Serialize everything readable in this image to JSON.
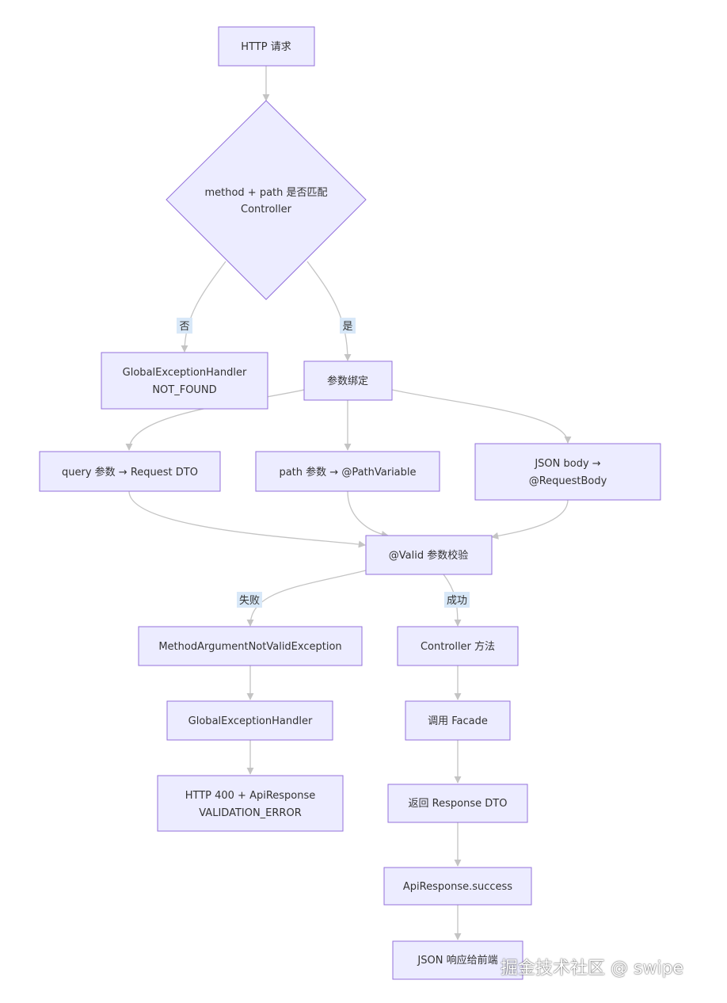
{
  "nodes": {
    "http_request": "HTTP 请求",
    "match_controller": [
      "method + path 是否匹配",
      "Controller"
    ],
    "global_handler_not_found": [
      "GlobalExceptionHandler",
      "NOT_FOUND"
    ],
    "param_binding": "参数绑定",
    "query_param": "query 参数 → Request DTO",
    "path_param": "path 参数 → @PathVariable",
    "json_body": [
      "JSON body →",
      "@RequestBody"
    ],
    "valid_check": "@Valid 参数校验",
    "method_arg_exception": "MethodArgumentNotValidException",
    "controller_method": "Controller 方法",
    "global_handler": "GlobalExceptionHandler",
    "call_facade": "调用 Facade",
    "http_400": [
      "HTTP 400 + ApiResponse",
      "VALIDATION_ERROR"
    ],
    "return_dto": "返回 Response DTO",
    "api_success": "ApiResponse.success",
    "json_response": "JSON 响应给前端"
  },
  "edge_labels": {
    "no": "否",
    "yes": "是",
    "fail": "失败",
    "success": "成功"
  },
  "watermark": "掘金技术社区 @ swipe",
  "colors": {
    "node_fill": "#ececff",
    "node_stroke": "#9370db",
    "edge": "#c4c4c4",
    "edge_label_bg": "#d8e8f8",
    "text": "#333333"
  }
}
